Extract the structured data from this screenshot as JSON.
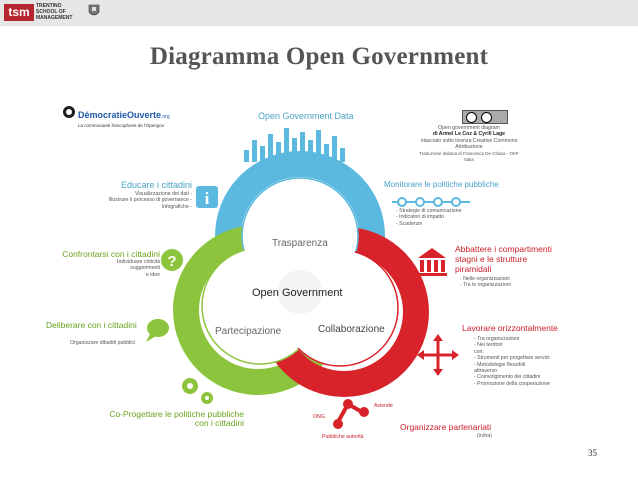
{
  "header": {
    "logo_text": "tsm",
    "school_name": "TRENTINO SCHOOL OF MANAGEMENT"
  },
  "slide": {
    "title": "Diagramma Open Government",
    "page_number": "35"
  },
  "logo": {
    "name_part1": "Démocratie",
    "name_part2": "Ouverte",
    "domain": ".org",
    "tagline": "La communauté francophone de l'Opengov"
  },
  "license": {
    "line1": "Open government diagram",
    "line2": "di  Armel Le Coz  &  Cyrill Lage",
    "line3": "rilasciato sotto licenza Creative Commons",
    "line4": "Attribuzione",
    "line5": "Traduzione italiana di Francesca De Chiara - OKF Italia"
  },
  "diagram": {
    "center": "Open Government",
    "circles": {
      "top": "Trasparenza",
      "left": "Partecipazione",
      "right": "Collaborazione"
    },
    "labels": {
      "open_data": "Open Government Data",
      "educare": {
        "title": "Educare i cittadini",
        "lines": [
          "Visualizzazione dei dati -",
          "Illustrare il processo di governance -",
          "Infografiche -"
        ]
      },
      "monitorare": {
        "title": "Monitorare le politiche pubbliche",
        "lines": [
          "- Strategie di comunicazione",
          "- Indicatori di impatto",
          "- Scadenze"
        ]
      },
      "confrontarsi": {
        "title": "Confrontarsi con  i cittadini",
        "lines": [
          "Individuare criticità",
          "suggerimenti",
          "e idee"
        ]
      },
      "abbattere": {
        "title_lines": [
          "Abbattere i compartimenti",
          "stagni e le strutture",
          "piramidali"
        ],
        "lines": [
          "- Nelle organizzazioni",
          "- Tra le organizzazioni"
        ]
      },
      "deliberare": {
        "title": "Deliberare con i cittadini",
        "lines": [
          "Organizzare dibattiti pubblici"
        ]
      },
      "lavorare": {
        "title": "Lavorare orizzontalmente",
        "lines": [
          "- Tra organizzazioni",
          "- Nei territori",
          "con:",
          "- Strumenti per progettare servizi",
          "- Metodologie flessibili",
          "attraverso",
          "- Coinvolgimento dei cittadini",
          "- Promozione della cooperazione"
        ]
      },
      "coprogettare": {
        "title_lines": [
          "Co-Progettare le politiche pubbliche",
          "con i cittadini"
        ]
      },
      "organizzare": {
        "title": "Organizzare partenariati",
        "sub": "(in/tra)"
      },
      "network": {
        "a": "Aziende",
        "b": "ONG",
        "c": "Pubbliche autorità"
      }
    }
  },
  "colors": {
    "blue": "#5bb8de",
    "green": "#8cc43d",
    "red": "#d8232a",
    "title": "#555555"
  }
}
